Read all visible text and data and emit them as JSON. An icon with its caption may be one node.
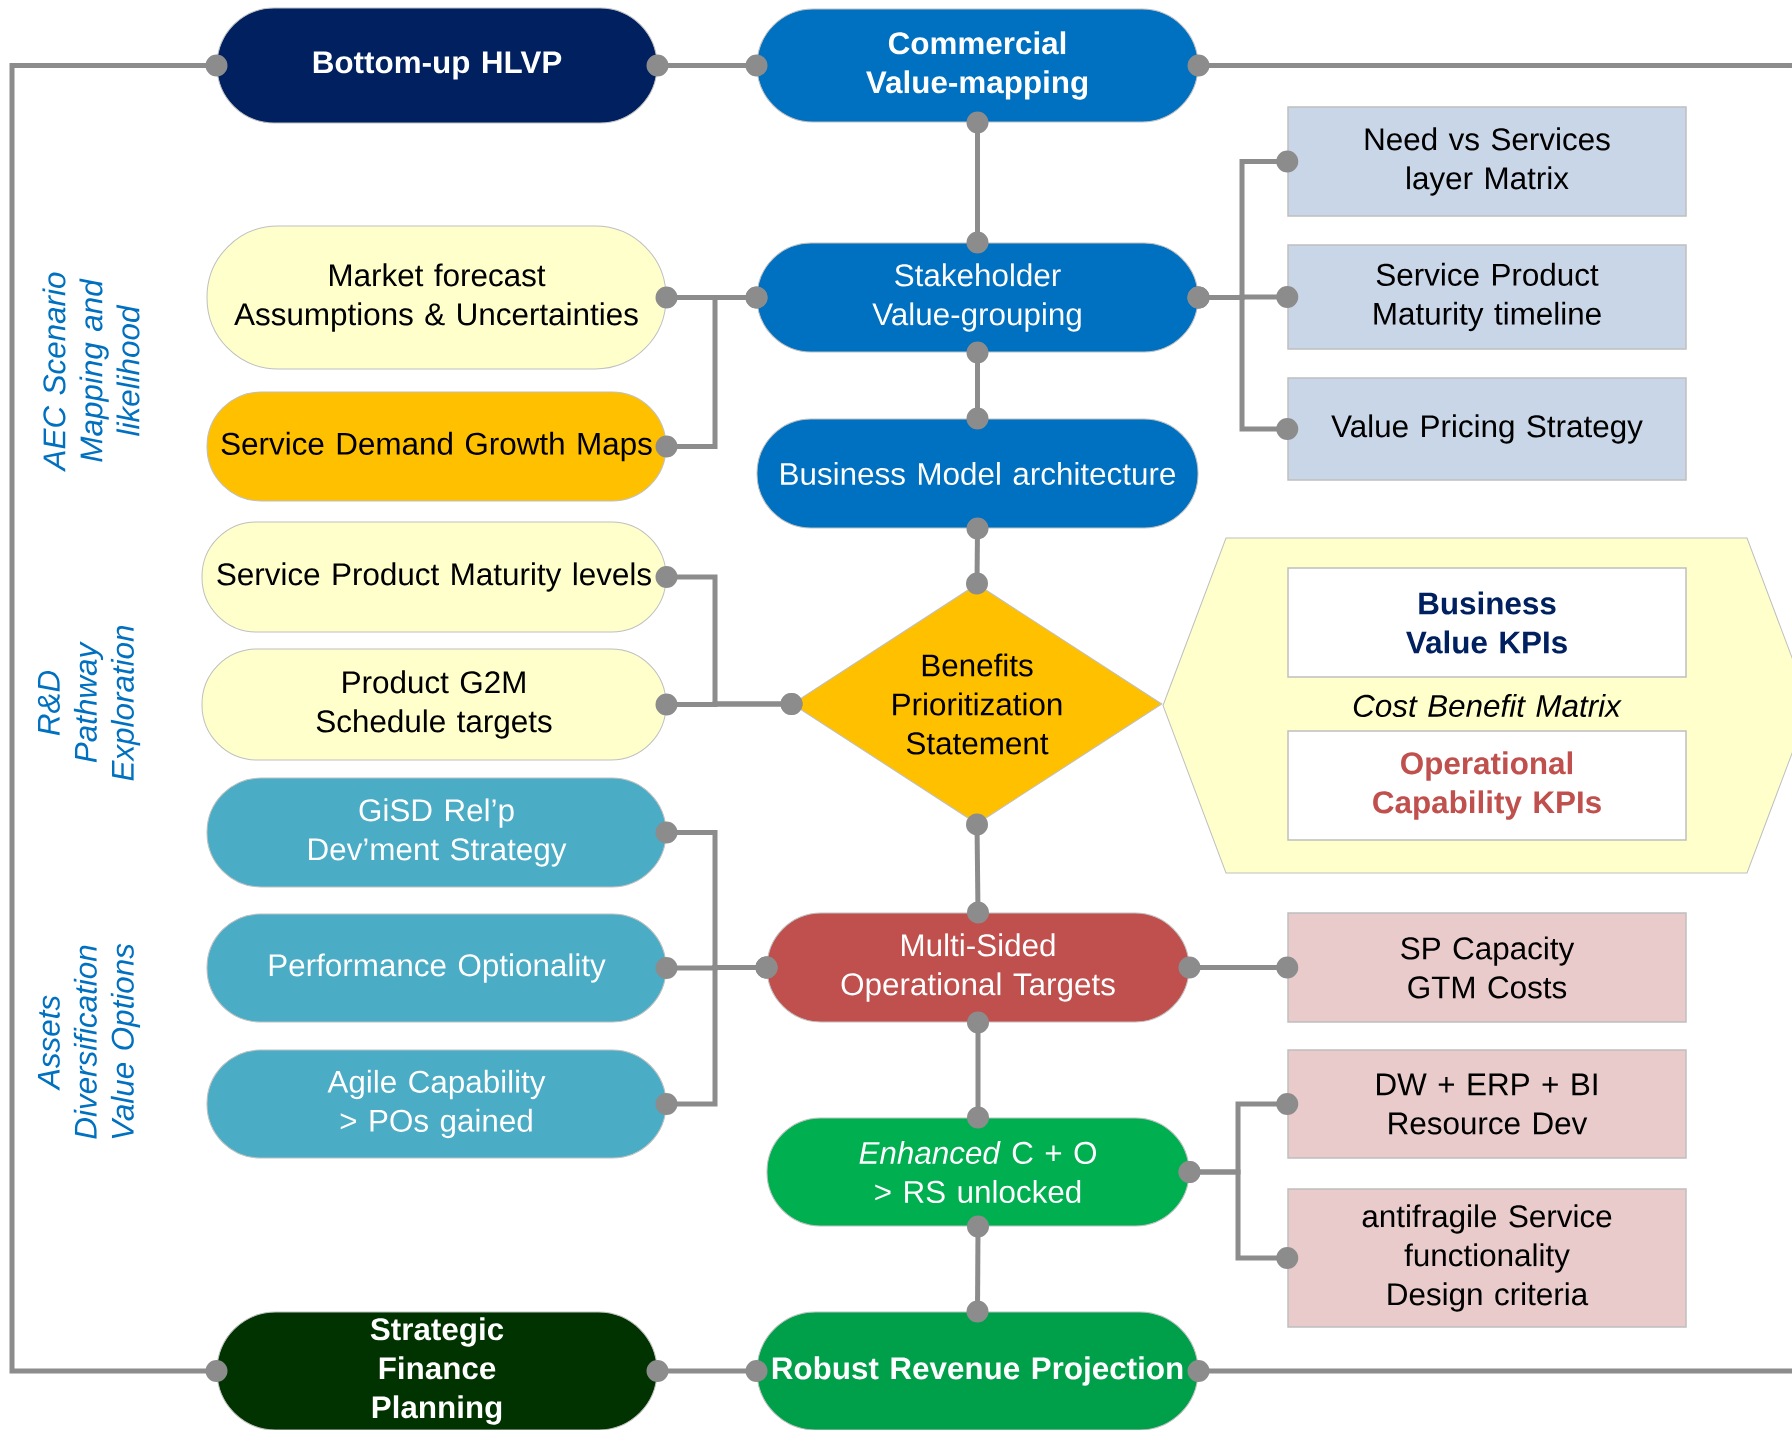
{
  "diagram": {
    "nodes": [
      {
        "text": [
          "Bottom-up HLVP"
        ]
      },
      {
        "text": [
          "Commercial Value-mapping"
        ]
      },
      {
        "text": [
          "Need vs Services layer Matrix"
        ]
      },
      {
        "text": [
          "Market forecast Assumptions & Uncertainties"
        ]
      },
      {
        "text": [
          "Stakeholder Value-grouping"
        ]
      },
      {
        "text": [
          "Service Product Maturity timeline"
        ]
      },
      {
        "text": [
          "Service Demand Growth Maps"
        ]
      },
      {
        "text": [
          "Business Model architecture"
        ]
      },
      {
        "text": [
          "Value Pricing Strategy"
        ]
      },
      {
        "text": [
          "Service Product Maturity levels"
        ]
      },
      {
        "text": [
          "Cost Benefit Matrix"
        ]
      },
      {
        "text": [
          "Business Value KPIs"
        ],
        "in": 10
      },
      {
        "text": [
          "Operational Capability KPIs"
        ],
        "in": 10
      },
      {
        "text": [
          "Product G2M Schedule targets"
        ]
      },
      {
        "text": [
          "Benefits Prioritization Statement"
        ]
      },
      {
        "text": [
          "GiSD Rel’p Dev’ment Strategy"
        ]
      },
      {
        "text": [
          "Performance Optionality"
        ]
      },
      {
        "text": [
          "Multi-Sided Operational Targets"
        ]
      },
      {
        "text": [
          "SP Capacity GTM Costs"
        ]
      },
      {
        "text": [
          "Agile Capability > POs gained"
        ]
      },
      {
        "text": [
          "DW + ERP + BI Resource Dev"
        ]
      },
      {
        "text": [
          "*Enhanced* C + O > RS unlocked"
        ]
      },
      {
        "text": [
          "antifragile Service functionality Design criteria"
        ]
      },
      {
        "text": [
          "Strategic Finance Planning"
        ]
      },
      {
        "text": [
          "Robust Revenue Projection"
        ]
      }
    ],
    "edges": [
      {
        "from": 0,
        "to": 1,
        "arrow": "other"
      },
      {
        "from": 1,
        "to": null,
        "arrow": "other"
      },
      {
        "from": 0,
        "to": 23,
        "arrow": "other"
      },
      {
        "from": 1,
        "to": 4,
        "arrow": "other"
      },
      {
        "from": 3,
        "to": 4,
        "arrow": "other"
      },
      {
        "from": 6,
        "to": 4,
        "arrow": "other"
      },
      {
        "from": 4,
        "to": 2,
        "arrow": "other"
      },
      {
        "from": 4,
        "to": 5,
        "arrow": "other"
      },
      {
        "from": 4,
        "to": 8,
        "arrow": "other"
      },
      {
        "from": 4,
        "to": 7,
        "arrow": "other"
      },
      {
        "from": 7,
        "to": 14,
        "arrow": "other"
      },
      {
        "from": 9,
        "to": 14,
        "arrow": "other"
      },
      {
        "from": 13,
        "to": 14,
        "arrow": "other"
      },
      {
        "from": 14,
        "to": 17,
        "arrow": "other"
      },
      {
        "from": 15,
        "to": 17,
        "arrow": "other"
      },
      {
        "from": 16,
        "to": 17,
        "arrow": "other"
      },
      {
        "from": 19,
        "to": 17,
        "arrow": "other"
      },
      {
        "from": 17,
        "to": 18,
        "arrow": "other"
      },
      {
        "from": 17,
        "to": 21,
        "arrow": "other"
      },
      {
        "from": 21,
        "to": 20,
        "arrow": "other"
      },
      {
        "from": 21,
        "to": 22,
        "arrow": "other"
      },
      {
        "from": 21,
        "to": 24,
        "arrow": "other"
      },
      {
        "from": 23,
        "to": 24,
        "arrow": "other"
      },
      {
        "from": 24,
        "to": null,
        "arrow": "other"
      }
    ],
    "labels": [
      "AEC Scenario Mapping and likelihood",
      "R&D Pathway Exploration",
      "Assets Diversification Value Options"
    ]
  }
}
